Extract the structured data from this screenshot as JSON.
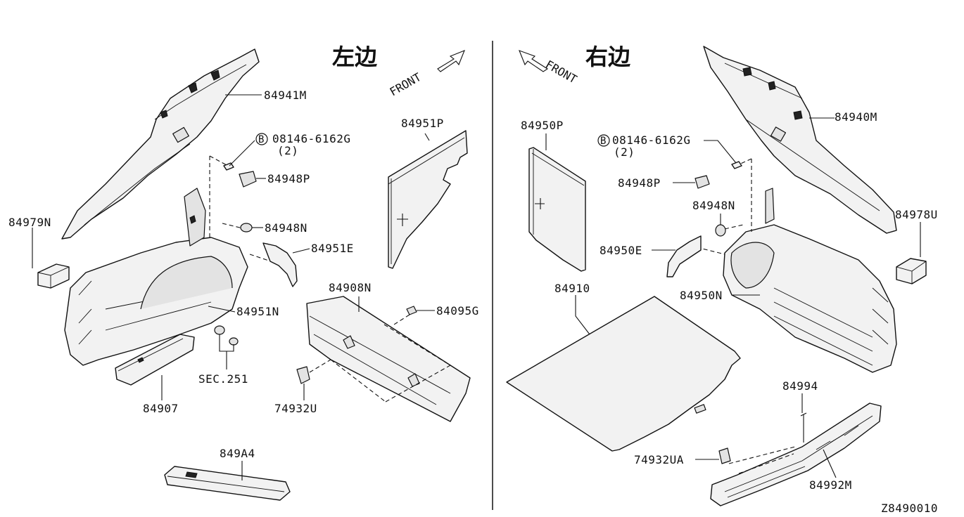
{
  "headings": {
    "left": "左边",
    "right": "右边"
  },
  "front_label": "FRONT",
  "diagram_id": "Z8490010",
  "labels": {
    "p84941M": "84941M",
    "p08146_left": "08146-6162G",
    "qty_left": "(2)",
    "p84948P_left": "84948P",
    "p84979N": "84979N",
    "p84948N_left": "84948N",
    "p84951E": "84951E",
    "p84951P": "84951P",
    "p84951N": "84951N",
    "p84908N": "84908N",
    "p84095G": "84095G",
    "sec251": "SEC.251",
    "p84907": "84907",
    "p74932U": "74932U",
    "p849A4": "849A4",
    "p84950P": "84950P",
    "p08146_right": "08146-6162G",
    "qty_right": "(2)",
    "p84940M": "84940M",
    "p84948P_right": "84948P",
    "p84948N_right": "84948N",
    "p84978U": "84978U",
    "p84950E": "84950E",
    "p84910": "84910",
    "p84950N": "84950N",
    "p84994": "84994",
    "p74932UA": "74932UA",
    "p84992M": "84992M"
  },
  "bolt_symbol": "B"
}
